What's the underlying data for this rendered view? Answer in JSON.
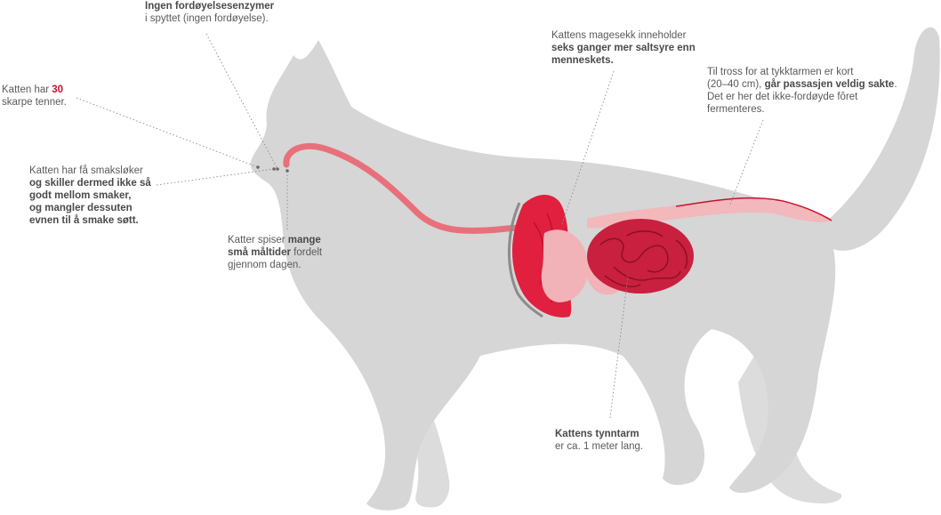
{
  "colors": {
    "body": "#d6d6d6",
    "esophagus": "#e8707a",
    "esophagus_edge": "#c8102e",
    "liver": "#e0203e",
    "stomach": "#f2b3b8",
    "small_intestine": "#c8203e",
    "large_intestine": "#f2b8bc",
    "pointer": "#8c8c8c",
    "highlight": "#c8102e"
  },
  "labels": {
    "saliva": {
      "line1": "Ingen fordøyelsesenzymer",
      "line2": "i spyttet (ingen fordøyelse)."
    },
    "teeth": {
      "pre": "Katten har ",
      "num": "30",
      "line2": "skarpe tenner."
    },
    "taste": {
      "line1": "Katten har få smaksløker",
      "line2": "og skiller dermed ikke så",
      "line3": "godt mellom smaker,",
      "line4": "og mangler dessuten",
      "line5": "evnen til å smake søtt."
    },
    "meals": {
      "pre": "Katter spiser ",
      "bold1": "mange",
      "bold2": "små måltider",
      "post2": " fordelt",
      "line3": "gjennom dagen."
    },
    "stomach": {
      "line1": "Kattens magesekk inneholder",
      "line2": "seks ganger mer saltsyre enn",
      "line3": "menneskets."
    },
    "colon": {
      "line1": "Til tross for at tykktarmen er kort",
      "pre2": "(20–40 cm), ",
      "bold2": "går passasjen veldig sakte",
      "post2": ".",
      "line3": "Det er her det ikke-fordøyde fôret",
      "line4": "fermenteres."
    },
    "intestine": {
      "line1": "Kattens tynntarm",
      "line2": "er ca. 1 meter lang."
    }
  }
}
